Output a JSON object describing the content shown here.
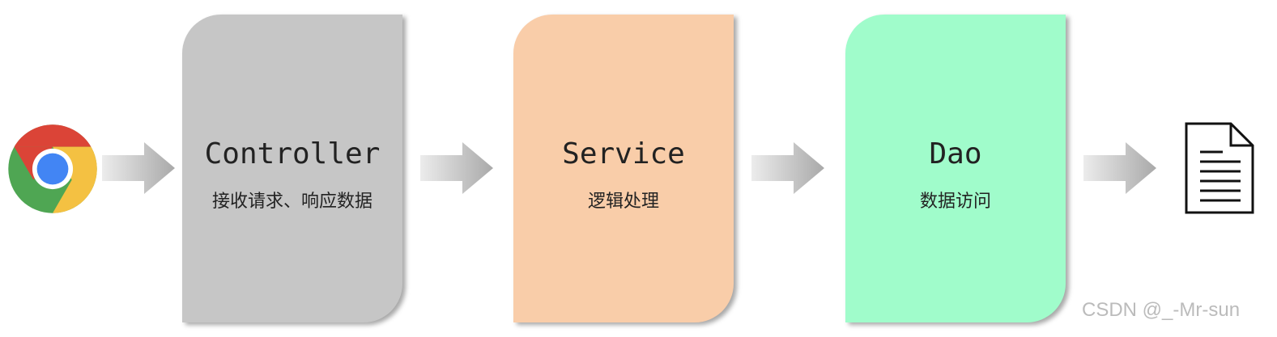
{
  "layers": [
    {
      "title": "Controller",
      "desc": "接收请求、响应数据",
      "color": "#c6c6c6"
    },
    {
      "title": "Service",
      "desc": "逻辑处理",
      "color": "#f9cda9"
    },
    {
      "title": "Dao",
      "desc": "数据访问",
      "color": "#a0fccb"
    }
  ],
  "icons": {
    "start": "chrome-browser-icon",
    "end": "document-icon"
  },
  "watermark": "CSDN @_-Mr-sun"
}
